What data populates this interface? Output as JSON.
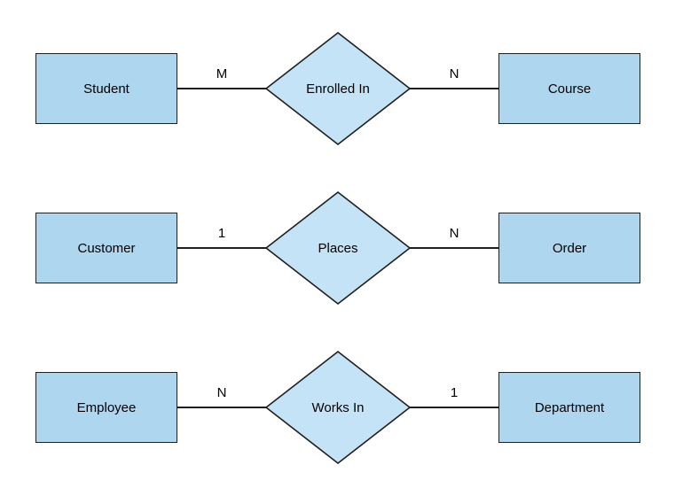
{
  "diagram": {
    "type": "entity-relationship-diagram",
    "colors": {
      "background": "#FFFFFF",
      "entity_fill": "#AFD6EF",
      "relationship_fill": "#C5E3F6",
      "stroke": "#1F1F1F",
      "text": "#000000"
    },
    "rows": [
      {
        "left_entity": "Student",
        "left_cardinality": "M",
        "relationship": "Enrolled In",
        "right_cardinality": "N",
        "right_entity": "Course"
      },
      {
        "left_entity": "Customer",
        "left_cardinality": "1",
        "relationship": "Places",
        "right_cardinality": "N",
        "right_entity": "Order"
      },
      {
        "left_entity": "Employee",
        "left_cardinality": "N",
        "relationship": "Works In",
        "right_cardinality": "1",
        "right_entity": "Department"
      }
    ]
  }
}
